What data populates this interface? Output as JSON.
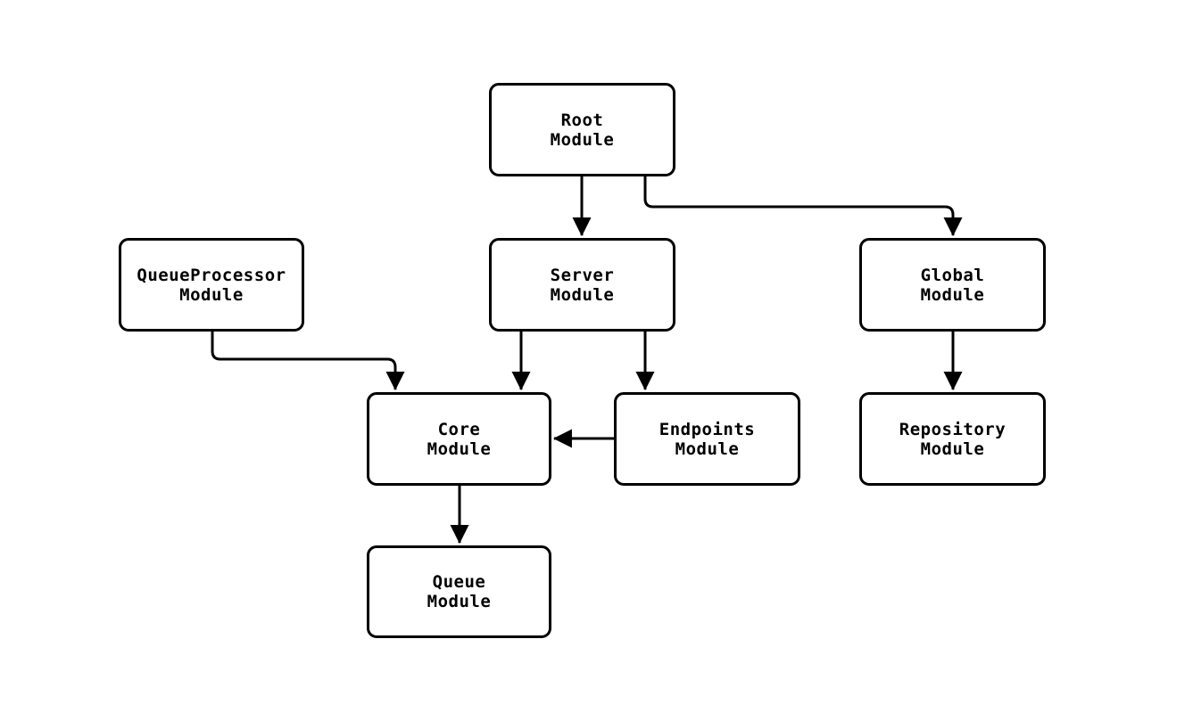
{
  "diagram": {
    "type": "flowchart",
    "background_color": "#ffffff",
    "stroke_color": "#000000",
    "text_color": "#000000",
    "nodes": {
      "root": {
        "label": "Root\nModule"
      },
      "queueprocessor": {
        "label": "QueueProcessor\nModule"
      },
      "server": {
        "label": "Server\nModule"
      },
      "global": {
        "label": "Global\nModule"
      },
      "core": {
        "label": "Core\nModule"
      },
      "endpoints": {
        "label": "Endpoints\nModule"
      },
      "repository": {
        "label": "Repository\nModule"
      },
      "queue": {
        "label": "Queue\nModule"
      }
    },
    "edges": [
      {
        "from": "Root Module",
        "to": "Server Module"
      },
      {
        "from": "Root Module",
        "to": "Global Module"
      },
      {
        "from": "QueueProcessor Module",
        "to": "Core Module"
      },
      {
        "from": "Server Module",
        "to": "Core Module"
      },
      {
        "from": "Server Module",
        "to": "Endpoints Module"
      },
      {
        "from": "Endpoints Module",
        "to": "Core Module"
      },
      {
        "from": "Global Module",
        "to": "Repository Module"
      },
      {
        "from": "Core Module",
        "to": "Queue Module"
      }
    ]
  }
}
